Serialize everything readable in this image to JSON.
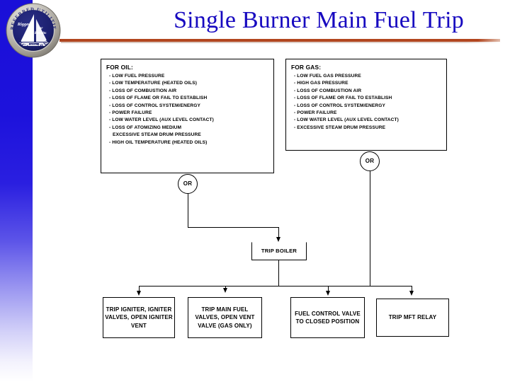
{
  "slide": {
    "title": "Single Burner Main Fuel Trip",
    "title_color": "#1709c0",
    "rule_color": "#b2461f",
    "band_color": "#1a0fd8"
  },
  "logo": {
    "name": "preferred-utilities-seal",
    "top_arc_text": "PREFERRED UTILITIES",
    "bottom_arc_text": "ENGINEERED",
    "center_line1": "Rigged",
    "center_line2": "for",
    "center_line3": "Results",
    "ring_color": "#b9b6b0",
    "field_color": "#1b1f6e"
  },
  "diagram": {
    "oil_box": {
      "heading": "FOR OIL:",
      "items": [
        {
          "text": "-  LOW FUEL PRESSURE",
          "dash": true
        },
        {
          "text": "- LOW TEMPERATURE (HEATED OILS)",
          "dash": true
        },
        {
          "text": "- LOSS OF COMBUSTION AIR",
          "dash": true
        },
        {
          "text": "- LOSS OF FLAME OR FAIL TO ESTABLISH",
          "dash": true
        },
        {
          "text": "- LOSS OF CONTROL SYSTEM/ENERGY",
          "dash": true
        },
        {
          "text": "- POWER FAILURE",
          "dash": true
        },
        {
          "text": "- LOW WATER LEVEL (AUX LEVEL CONTACT)",
          "dash": true
        },
        {
          "text": "- LOSS OF ATOMIZING MEDIUM",
          "dash": true
        },
        {
          "text": "EXCESSIVE STEAM DRUM PRESSURE",
          "dash": false
        },
        {
          "text": "- HIGH OIL  TEMPERATURE (HEATED OILS)",
          "dash": true
        }
      ]
    },
    "gas_box": {
      "heading": "FOR GAS:",
      "items": [
        {
          "text": "-  LOW FUEL GAS PRESSURE",
          "dash": true
        },
        {
          "text": "- HIGH GAS PRESSURE",
          "dash": true
        },
        {
          "text": "- LOSS OF COMBUSTION AIR",
          "dash": true
        },
        {
          "text": "- LOSS OF FLAME OR FAIL TO ESTABLISH",
          "dash": true
        },
        {
          "text": "- LOSS OF CONTROL SYSTEM/ENERGY",
          "dash": true
        },
        {
          "text": "- POWER FAILURE",
          "dash": true
        },
        {
          "text": "- LOW WATER LEVEL (AUX LEVEL CONTACT)",
          "dash": true
        },
        {
          "text": "- EXCESSIVE STEAM DRUM PRESSURE",
          "dash": true
        }
      ]
    },
    "or_gate_oil": "OR",
    "or_gate_gas": "OR",
    "trip_boiler": "TRIP BOILER",
    "actions": [
      "TRIP IGNITER, IGNITER VALVES, OPEN IGNITER VENT",
      "TRIP MAIN FUEL VALVES, OPEN VENT VALVE (GAS ONLY)",
      "FUEL CONTROL VALVE TO CLOSED POSITION",
      "TRIP MFT RELAY"
    ]
  }
}
